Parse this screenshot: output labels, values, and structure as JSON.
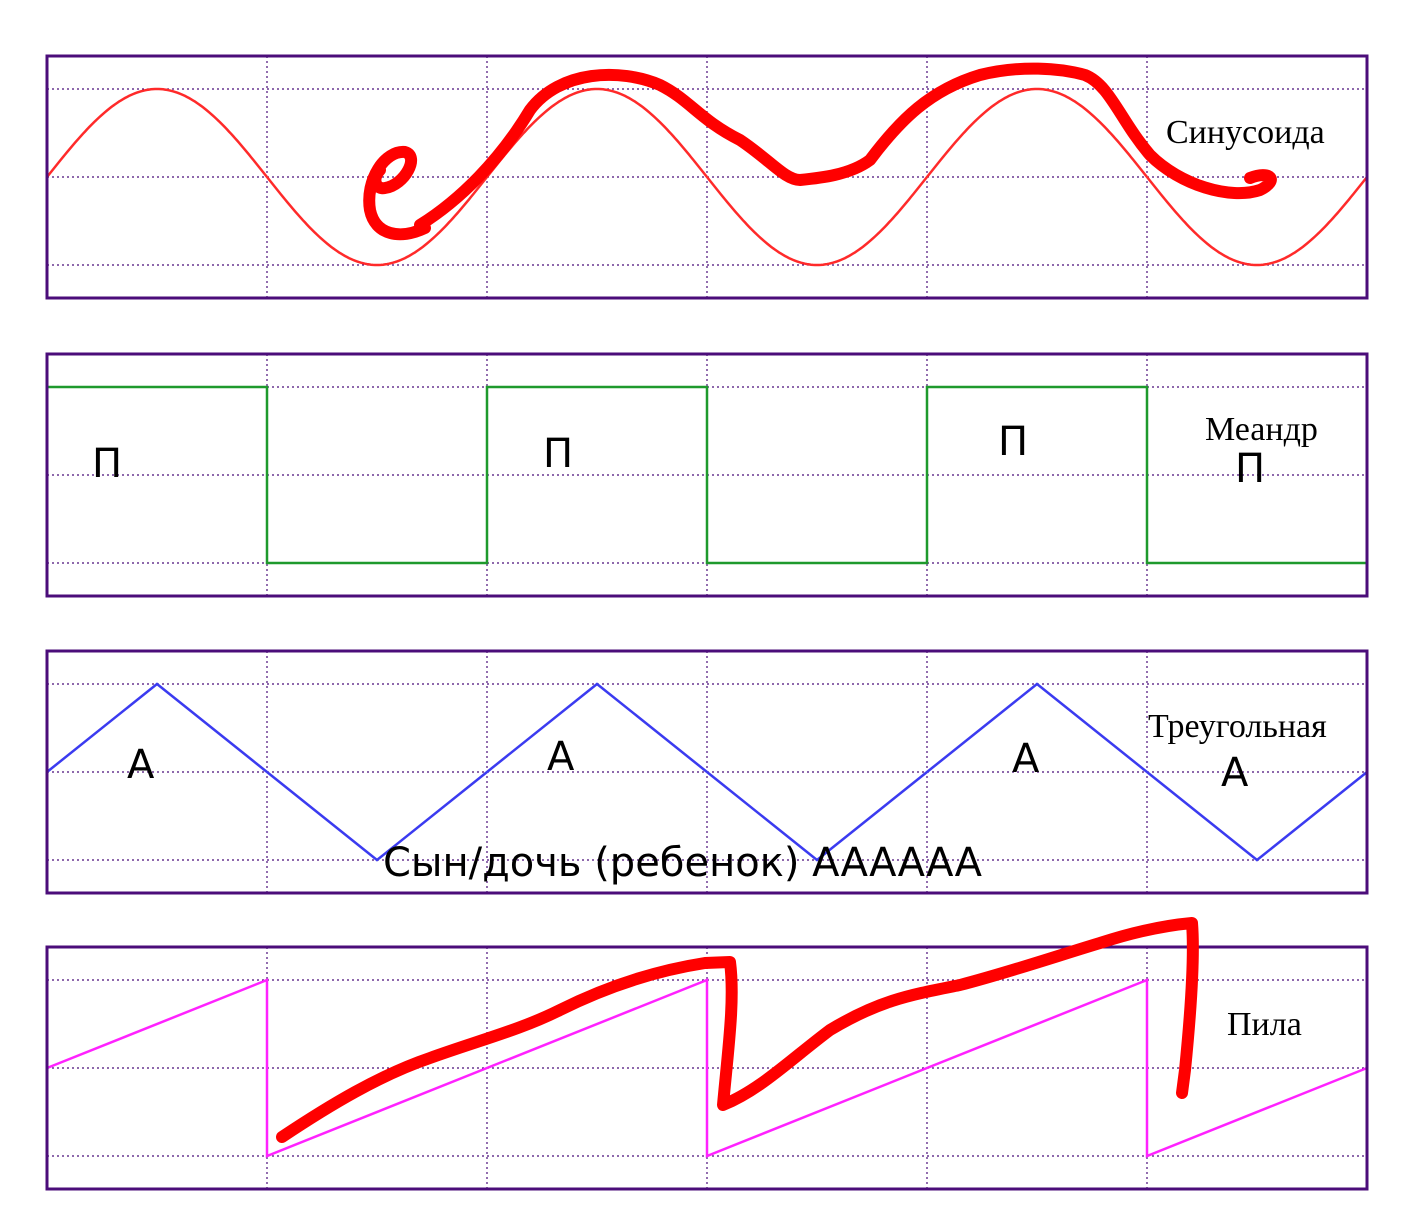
{
  "colors": {
    "frame": "#4b0d7a",
    "sine": "#ff2a2a",
    "meander": "#1e9a2c",
    "triangle": "#3b3bf0",
    "saw": "#ff22ff",
    "scribble": "#ff0000"
  },
  "panels": [
    {
      "id": "sine",
      "label": "Синусоида",
      "wave_type": "sine",
      "marks": []
    },
    {
      "id": "meander",
      "label": "Меандр",
      "wave_type": "square",
      "marks": [
        "П",
        "П",
        "П",
        "П"
      ]
    },
    {
      "id": "triangle",
      "label": "Треугольная",
      "wave_type": "triangle",
      "marks": [
        "A",
        "A",
        "A",
        "A"
      ]
    },
    {
      "id": "saw",
      "label": "Пила",
      "wave_type": "sawtooth",
      "marks": []
    }
  ],
  "caption": "Сын/дочь (ребенок) AAAAAA"
}
